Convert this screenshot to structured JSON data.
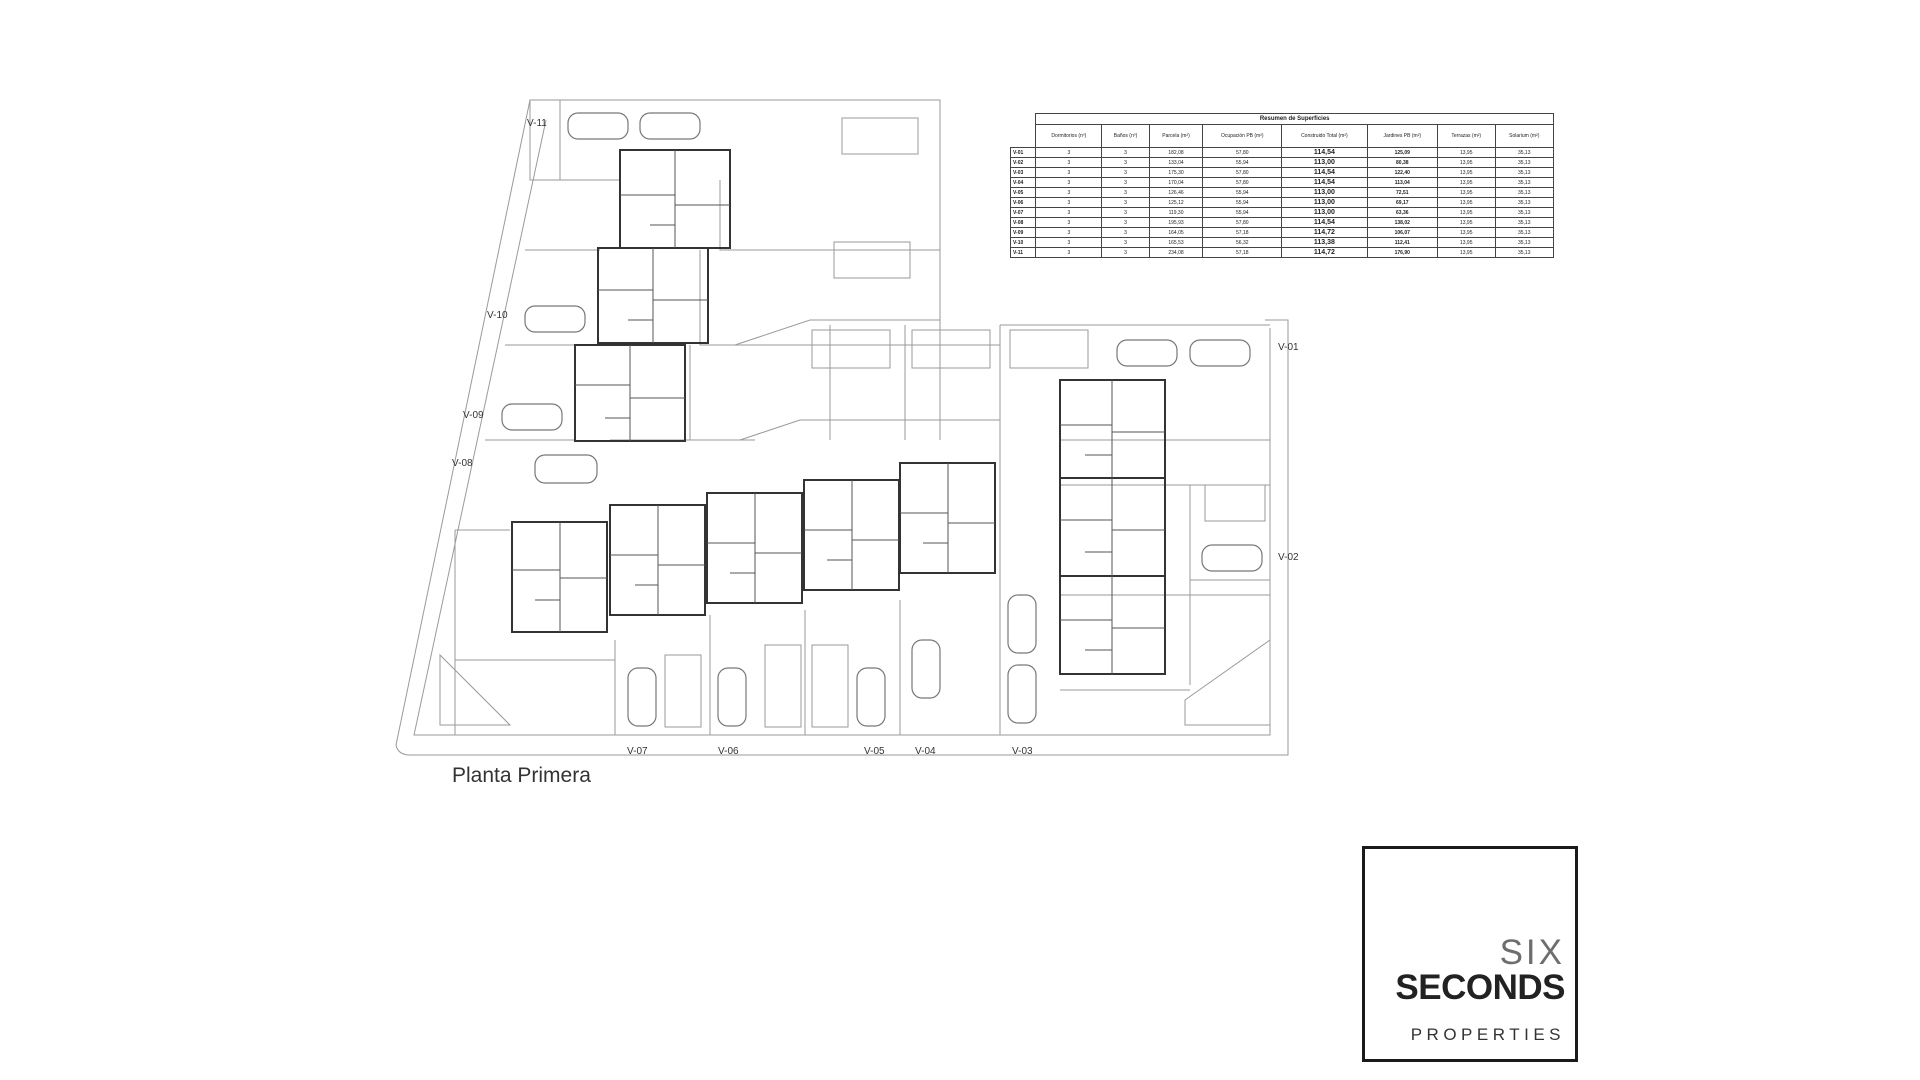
{
  "plan": {
    "title": "Planta Primera",
    "villa_labels": [
      "V-11",
      "V-10",
      "V-09",
      "V-08",
      "V-01",
      "V-02",
      "V-07",
      "V-06",
      "V-05",
      "V-04",
      "V-03"
    ]
  },
  "summary_table": {
    "caption": "Resumen de Superficies",
    "headers": [
      "Dormitorios (nº)",
      "Baños (nº)",
      "Parcela (m²)",
      "Ocupación PB (m²)",
      "Construido Total (m²)",
      "Jardines PB (m²)",
      "Terrazas (m²)",
      "Solarium (m²)"
    ],
    "rows": [
      {
        "id": "V-01",
        "cells": [
          "3",
          "3",
          "182,08",
          "57,80",
          "114,54",
          "125,09",
          "13,95",
          "35,13"
        ]
      },
      {
        "id": "V-02",
        "cells": [
          "3",
          "3",
          "133,04",
          "55,94",
          "113,00",
          "80,38",
          "13,95",
          "35,13"
        ]
      },
      {
        "id": "V-03",
        "cells": [
          "3",
          "3",
          "175,30",
          "57,80",
          "114,54",
          "122,40",
          "13,95",
          "35,13"
        ]
      },
      {
        "id": "V-04",
        "cells": [
          "3",
          "3",
          "170,04",
          "57,80",
          "114,54",
          "113,04",
          "13,95",
          "35,13"
        ]
      },
      {
        "id": "V-05",
        "cells": [
          "3",
          "3",
          "126,46",
          "55,94",
          "113,00",
          "72,51",
          "13,95",
          "35,13"
        ]
      },
      {
        "id": "V-06",
        "cells": [
          "3",
          "3",
          "125,12",
          "55,94",
          "113,00",
          "69,17",
          "13,95",
          "35,13"
        ]
      },
      {
        "id": "V-07",
        "cells": [
          "3",
          "3",
          "119,30",
          "55,94",
          "113,00",
          "63,36",
          "13,95",
          "35,13"
        ]
      },
      {
        "id": "V-08",
        "cells": [
          "3",
          "3",
          "195,93",
          "57,80",
          "114,54",
          "138,02",
          "13,95",
          "35,13"
        ]
      },
      {
        "id": "V-09",
        "cells": [
          "3",
          "3",
          "164,05",
          "57,18",
          "114,72",
          "106,07",
          "13,95",
          "35,13"
        ]
      },
      {
        "id": "V-10",
        "cells": [
          "3",
          "3",
          "165,53",
          "56,32",
          "113,38",
          "112,41",
          "13,95",
          "35,13"
        ]
      },
      {
        "id": "V-11",
        "cells": [
          "3",
          "3",
          "234,08",
          "57,18",
          "114,72",
          "176,90",
          "13,95",
          "35,13"
        ]
      }
    ]
  },
  "logo": {
    "line1": "SIX",
    "line2": "SECONDS",
    "line3": "PROPERTIES"
  },
  "colors": {
    "line": "#9a9a9a",
    "wall": "#333333",
    "background": "#ffffff"
  }
}
